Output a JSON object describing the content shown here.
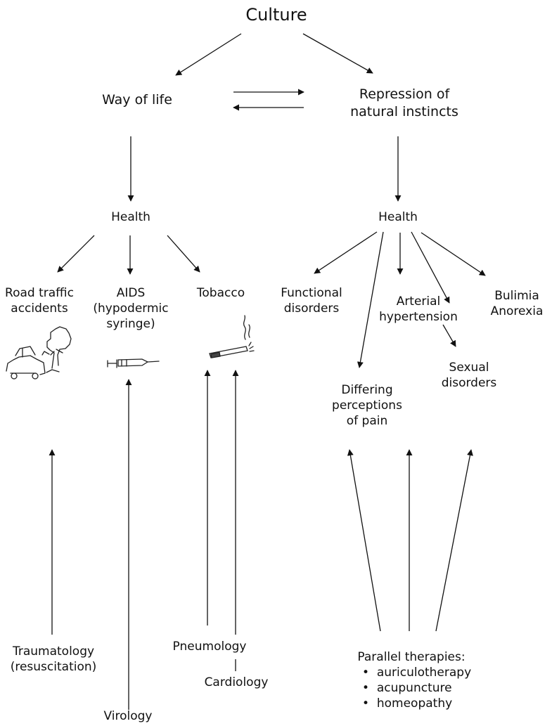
{
  "top": {
    "culture": "Culture"
  },
  "level1": {
    "way_of_life": "Way of life",
    "repression": [
      "Repression of",
      "natural instincts"
    ]
  },
  "health_left": "Health",
  "health_right": "Health",
  "left_outcomes": {
    "road": [
      "Road traffic",
      "accidents"
    ],
    "aids": [
      "AIDS",
      "(hypodermic",
      "syringe)"
    ],
    "tobacco": "Tobacco"
  },
  "right_outcomes": {
    "functional": [
      "Functional",
      "disorders"
    ],
    "arterial": [
      "Arterial",
      "hypertension"
    ],
    "bulimia": [
      "Bulimia",
      "Anorexia"
    ],
    "pain": [
      "Differing",
      "perceptions",
      "of pain"
    ],
    "sexual": [
      "Sexual",
      "disorders"
    ]
  },
  "specialties": {
    "traumatology": [
      "Traumatology",
      "(resuscitation)"
    ],
    "virology": "Virology",
    "pneumology": "Pneumology",
    "cardiology": "Cardiology"
  },
  "parallel": {
    "title": "Parallel therapies:",
    "items": [
      "auriculotherapy",
      "acupuncture",
      "homeopathy"
    ]
  },
  "icons": [
    "car-and-tree-icon",
    "syringe-icon",
    "cigarette-icon"
  ]
}
